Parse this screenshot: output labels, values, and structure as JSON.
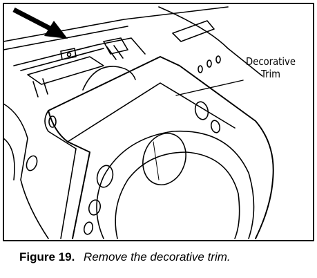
{
  "figure": {
    "label": "Figure 19.",
    "caption": "Remove the decorative trim."
  },
  "callout": {
    "line1": "Decorative",
    "line2": "Trim"
  },
  "colors": {
    "stroke": "#000000",
    "background": "#ffffff"
  }
}
